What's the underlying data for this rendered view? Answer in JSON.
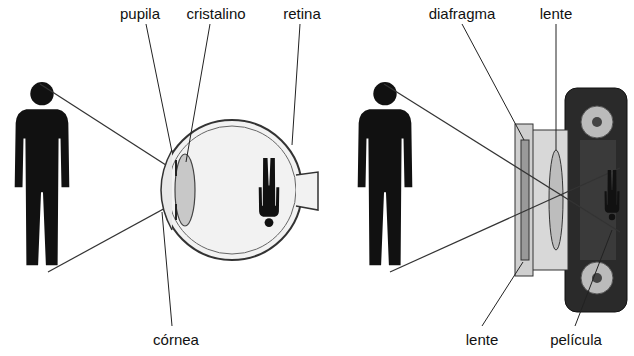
{
  "diagram": {
    "labels": [
      "pupila",
      "cristalino",
      "retina",
      "diafragma",
      "lente",
      "córnea",
      "lente",
      "película"
    ]
  }
}
